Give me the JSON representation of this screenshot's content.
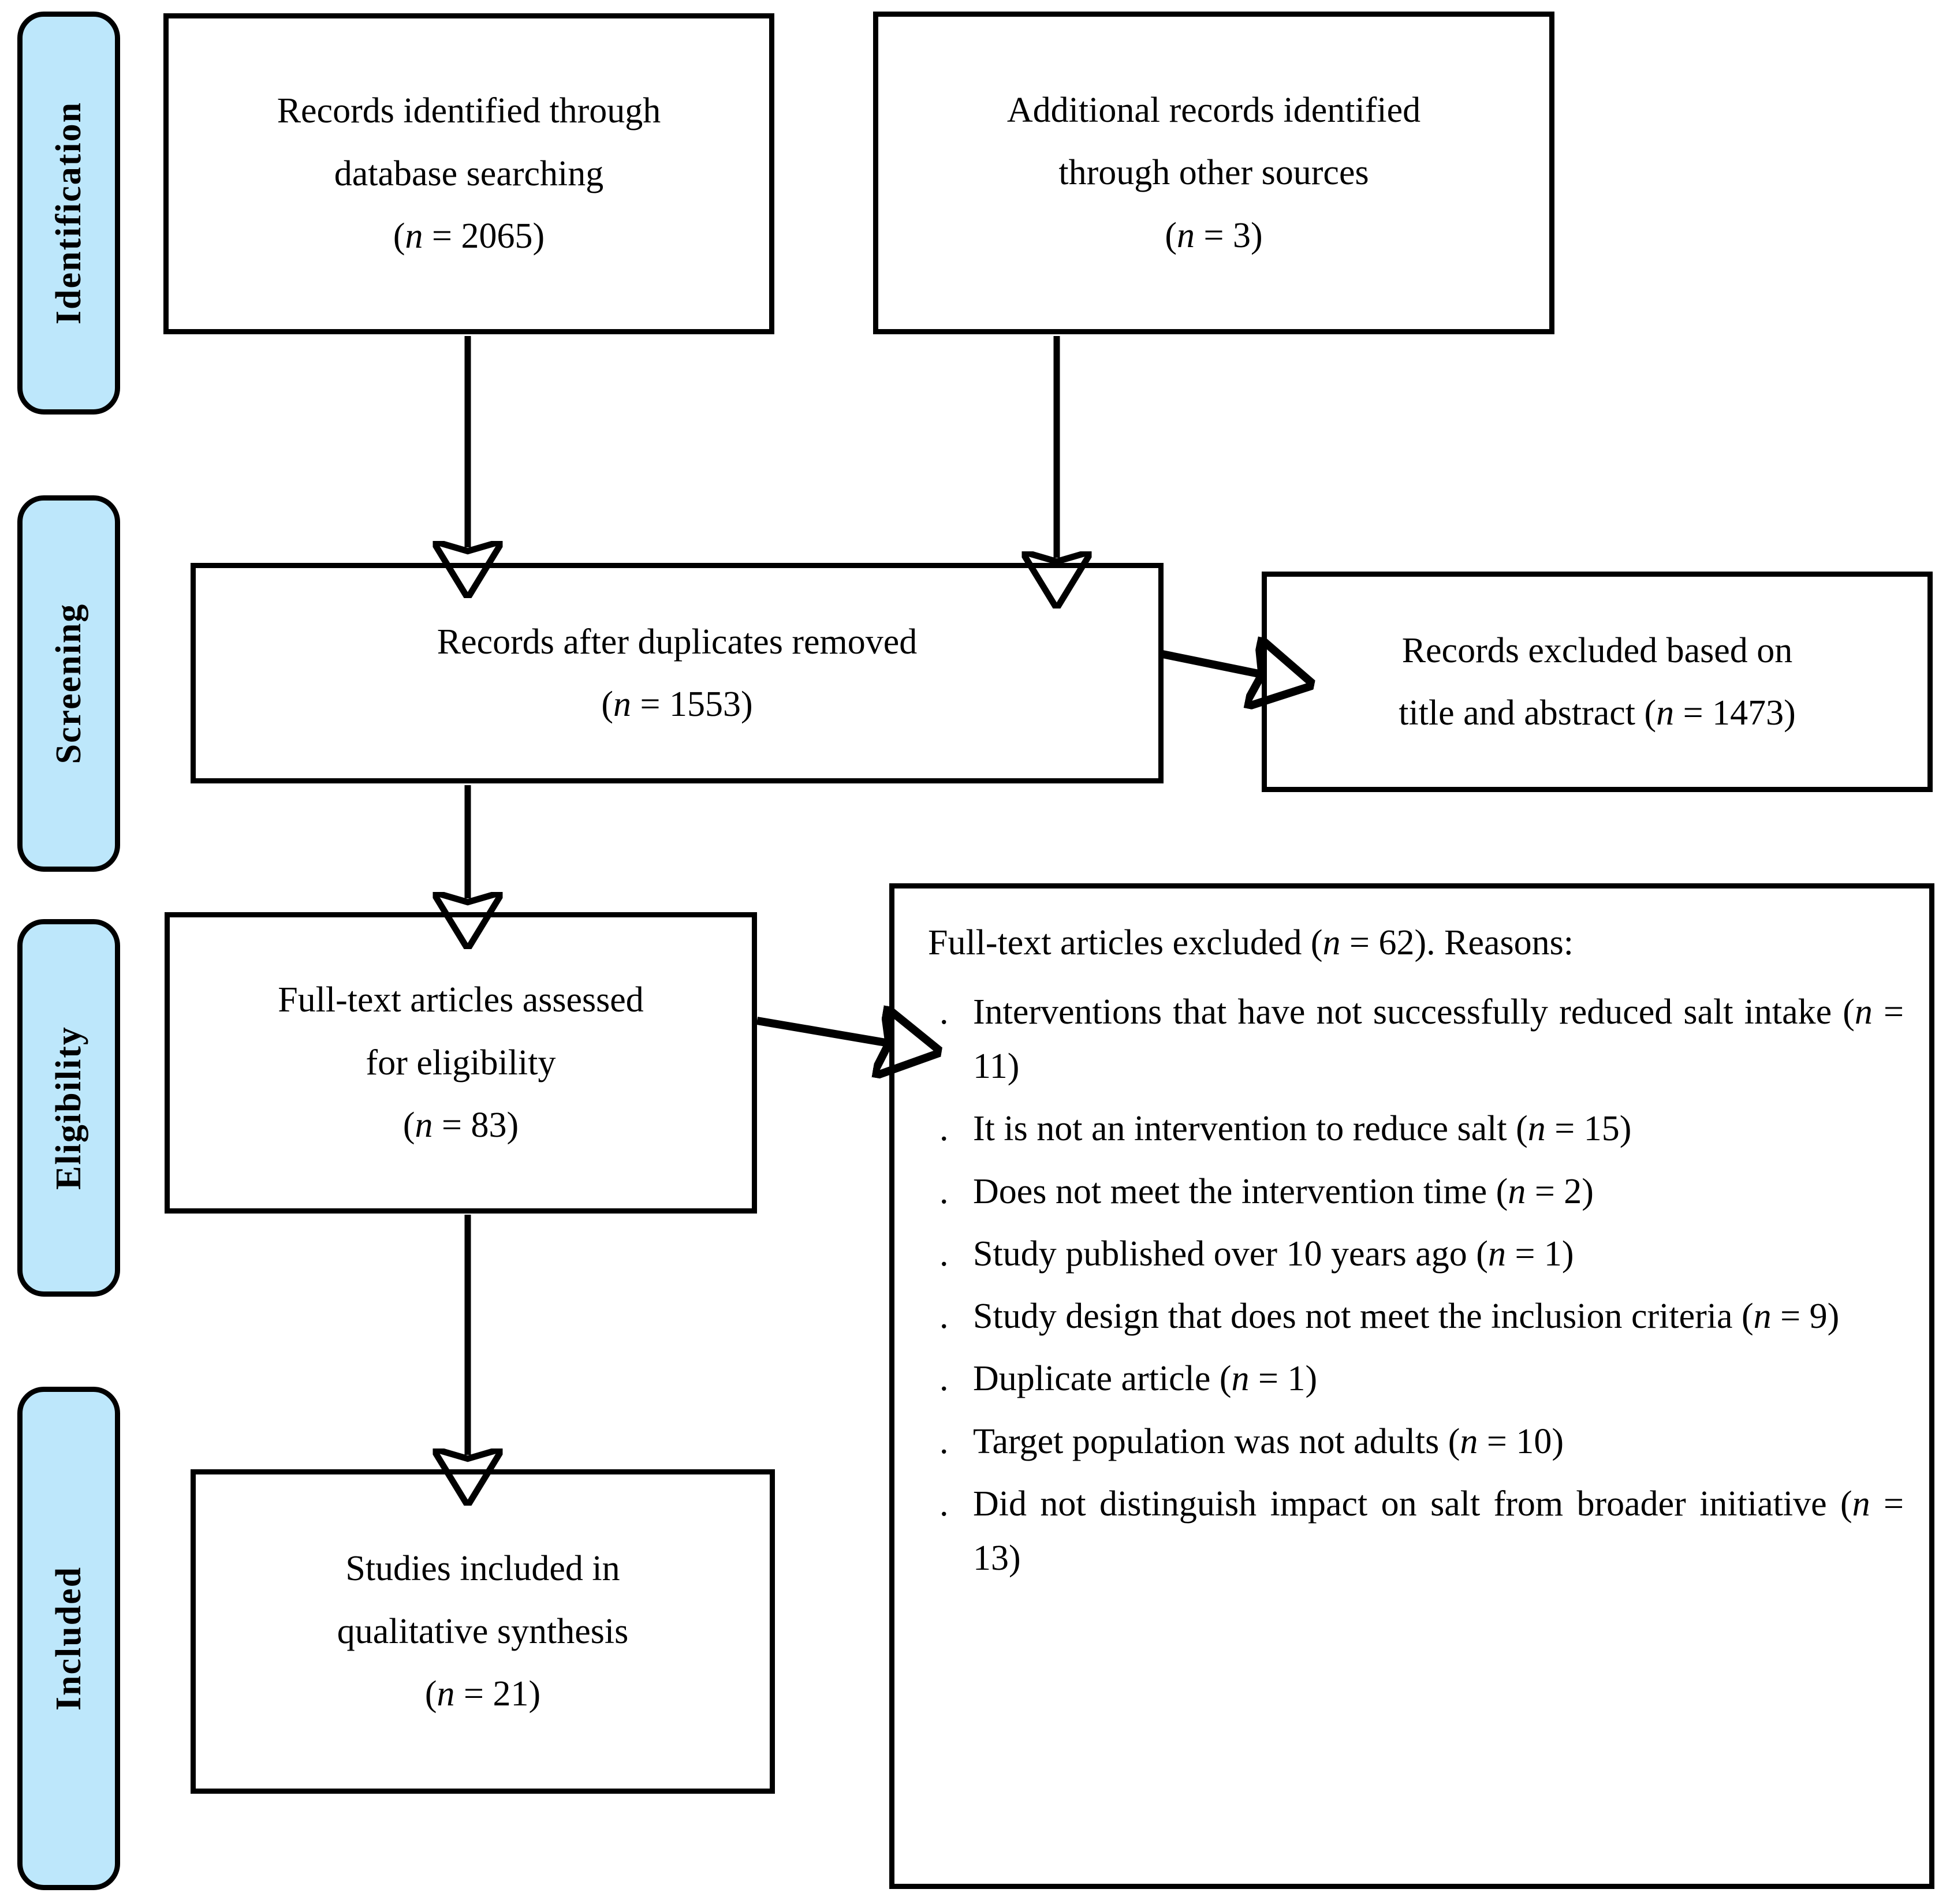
{
  "diagram": {
    "type": "prisma-flow-diagram",
    "accent_color": "#bde7fb",
    "border_color": "#000000",
    "background_color": "#ffffff"
  },
  "stages": [
    {
      "id": "identification",
      "label": "Identification"
    },
    {
      "id": "screening",
      "label": "Screening"
    },
    {
      "id": "eligibility",
      "label": "Eligibility"
    },
    {
      "id": "included",
      "label": "Included"
    }
  ],
  "boxes": {
    "records_identified": {
      "line1": "Records identified through",
      "line2": "database searching",
      "count_open": "(",
      "count_n": "n",
      "count_eq": " = 2065)"
    },
    "additional_records": {
      "line1": "Additional records identified",
      "line2": "through other sources",
      "count_open": "(",
      "count_n": "n",
      "count_eq": " = 3)"
    },
    "records_after_duplicates": {
      "line1": "Records after duplicates removed",
      "count_open": "(",
      "count_n": "n",
      "count_eq": " = 1553)"
    },
    "records_excluded": {
      "line1": "Records excluded based on",
      "line2a": "title and abstract (",
      "line2n": "n",
      "line2b": " = 1473)"
    },
    "fulltext_assessed": {
      "line1": "Full-text articles assessed",
      "line2": "for eligibility",
      "count_open": "(",
      "count_n": "n",
      "count_eq": " = 83)"
    },
    "studies_included": {
      "line1": "Studies included in",
      "line2": "qualitative synthesis",
      "count_open": "(",
      "count_n": "n",
      "count_eq": " = 21)"
    }
  },
  "exclusions": {
    "heading_a": "Full-text articles excluded (",
    "heading_n": "n",
    "heading_b": " = 62). Reasons:",
    "bullet_glyph": ".",
    "total": 62,
    "items": [
      {
        "text_a": "Interventions that have not successfully reduced salt intake (",
        "n": "n",
        "text_b": " = 11)",
        "count": 11
      },
      {
        "text_a": "It is not an intervention to reduce salt (",
        "n": "n",
        "text_b": " = 15)",
        "count": 15
      },
      {
        "text_a": "Does not meet the intervention time (",
        "n": "n",
        "text_b": " = 2)",
        "count": 2
      },
      {
        "text_a": "Study published over 10 years ago (",
        "n": "n",
        "text_b": " = 1)",
        "count": 1
      },
      {
        "text_a": "Study design that does not meet the inclusion criteria (",
        "n": "n",
        "text_b": " = 9)",
        "count": 9
      },
      {
        "text_a": "Duplicate article (",
        "n": "n",
        "text_b": " = 1)",
        "count": 1
      },
      {
        "text_a": "Target population was not adults (",
        "n": "n",
        "text_b": " = 10)",
        "count": 10
      },
      {
        "text_a": "Did not distinguish impact on salt from broader initiative (",
        "n": "n",
        "text_b": " = 13)",
        "count": 13
      }
    ]
  },
  "flow_counts": {
    "identified_database": 2065,
    "identified_other": 3,
    "after_duplicates": 1553,
    "excluded_title_abstract": 1473,
    "fulltext_assessed": 83,
    "fulltext_excluded": 62,
    "studies_included": 21
  }
}
